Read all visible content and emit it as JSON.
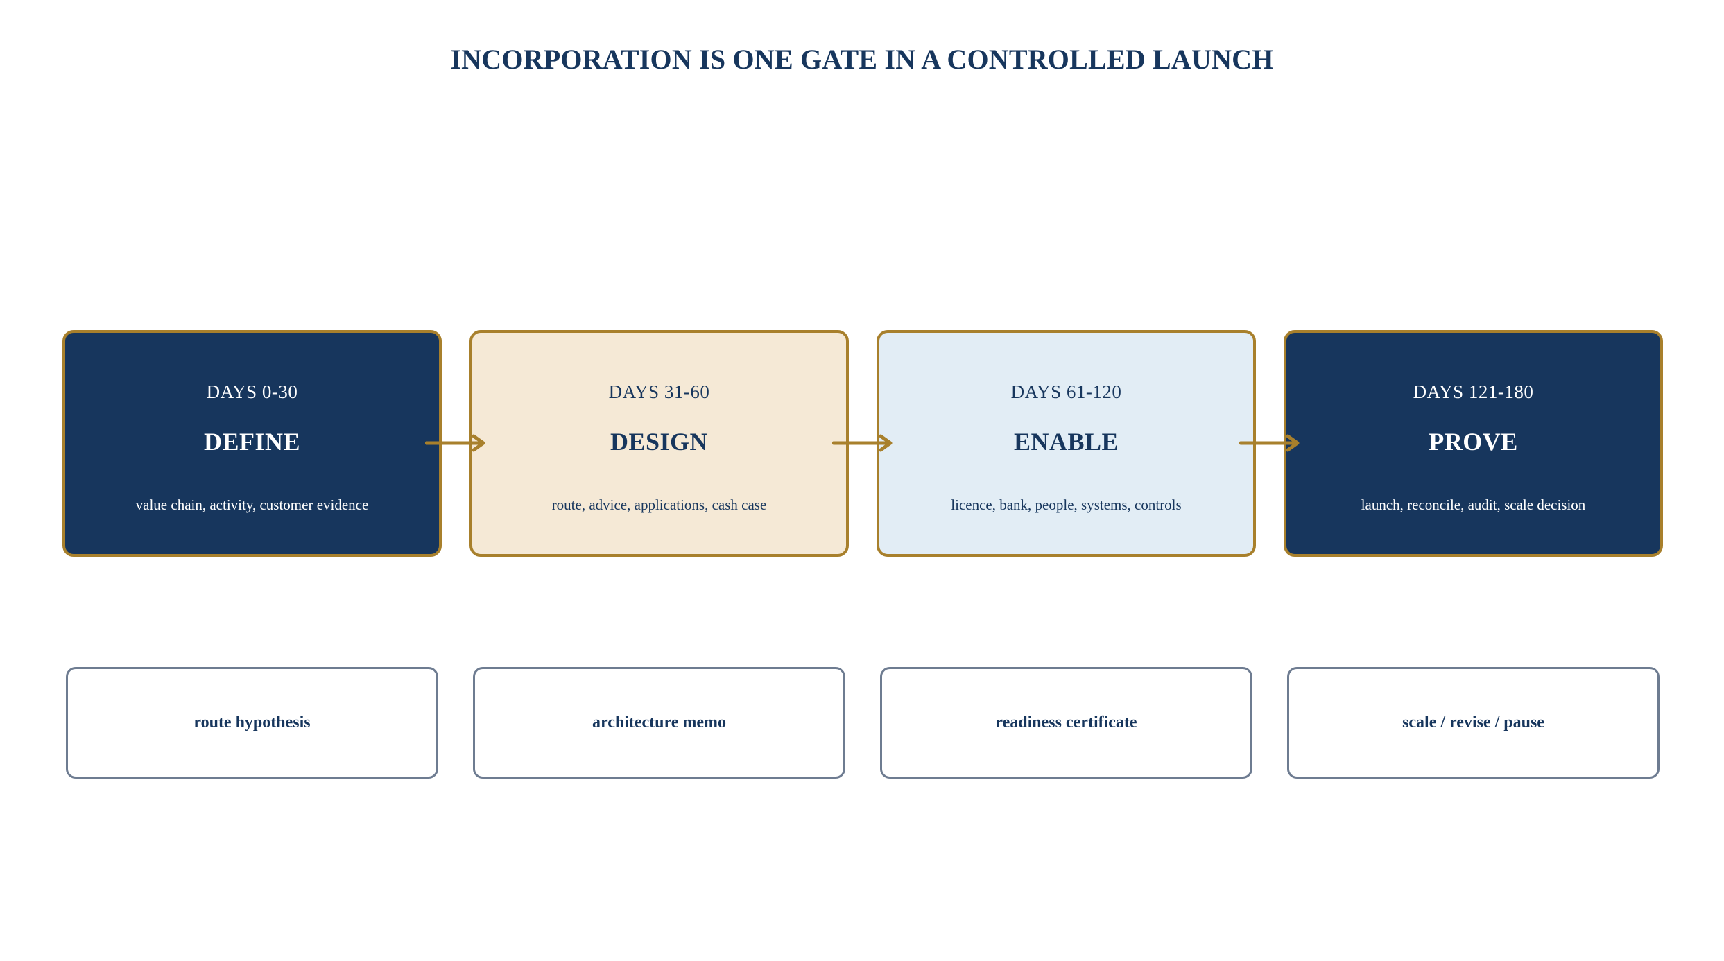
{
  "title": "INCORPORATION IS ONE GATE IN A CONTROLLED LAUNCH",
  "colors": {
    "navy": "#17365d",
    "gold": "#a8802c",
    "cream": "#f5e9d6",
    "light_blue": "#e2edf5",
    "output_border": "#6e7c91"
  },
  "phases": [
    {
      "days": "DAYS 0-30",
      "name": "DEFINE",
      "desc": "value chain, activity, customer evidence"
    },
    {
      "days": "DAYS 31-60",
      "name": "DESIGN",
      "desc": "route, advice, applications, cash case"
    },
    {
      "days": "DAYS 61-120",
      "name": "ENABLE",
      "desc": "licence, bank, people, systems, controls"
    },
    {
      "days": "DAYS 121-180",
      "name": "PROVE",
      "desc": "launch, reconcile, audit, scale decision"
    }
  ],
  "outputs": [
    "route hypothesis",
    "architecture memo",
    "readiness certificate",
    "scale / revise / pause"
  ]
}
